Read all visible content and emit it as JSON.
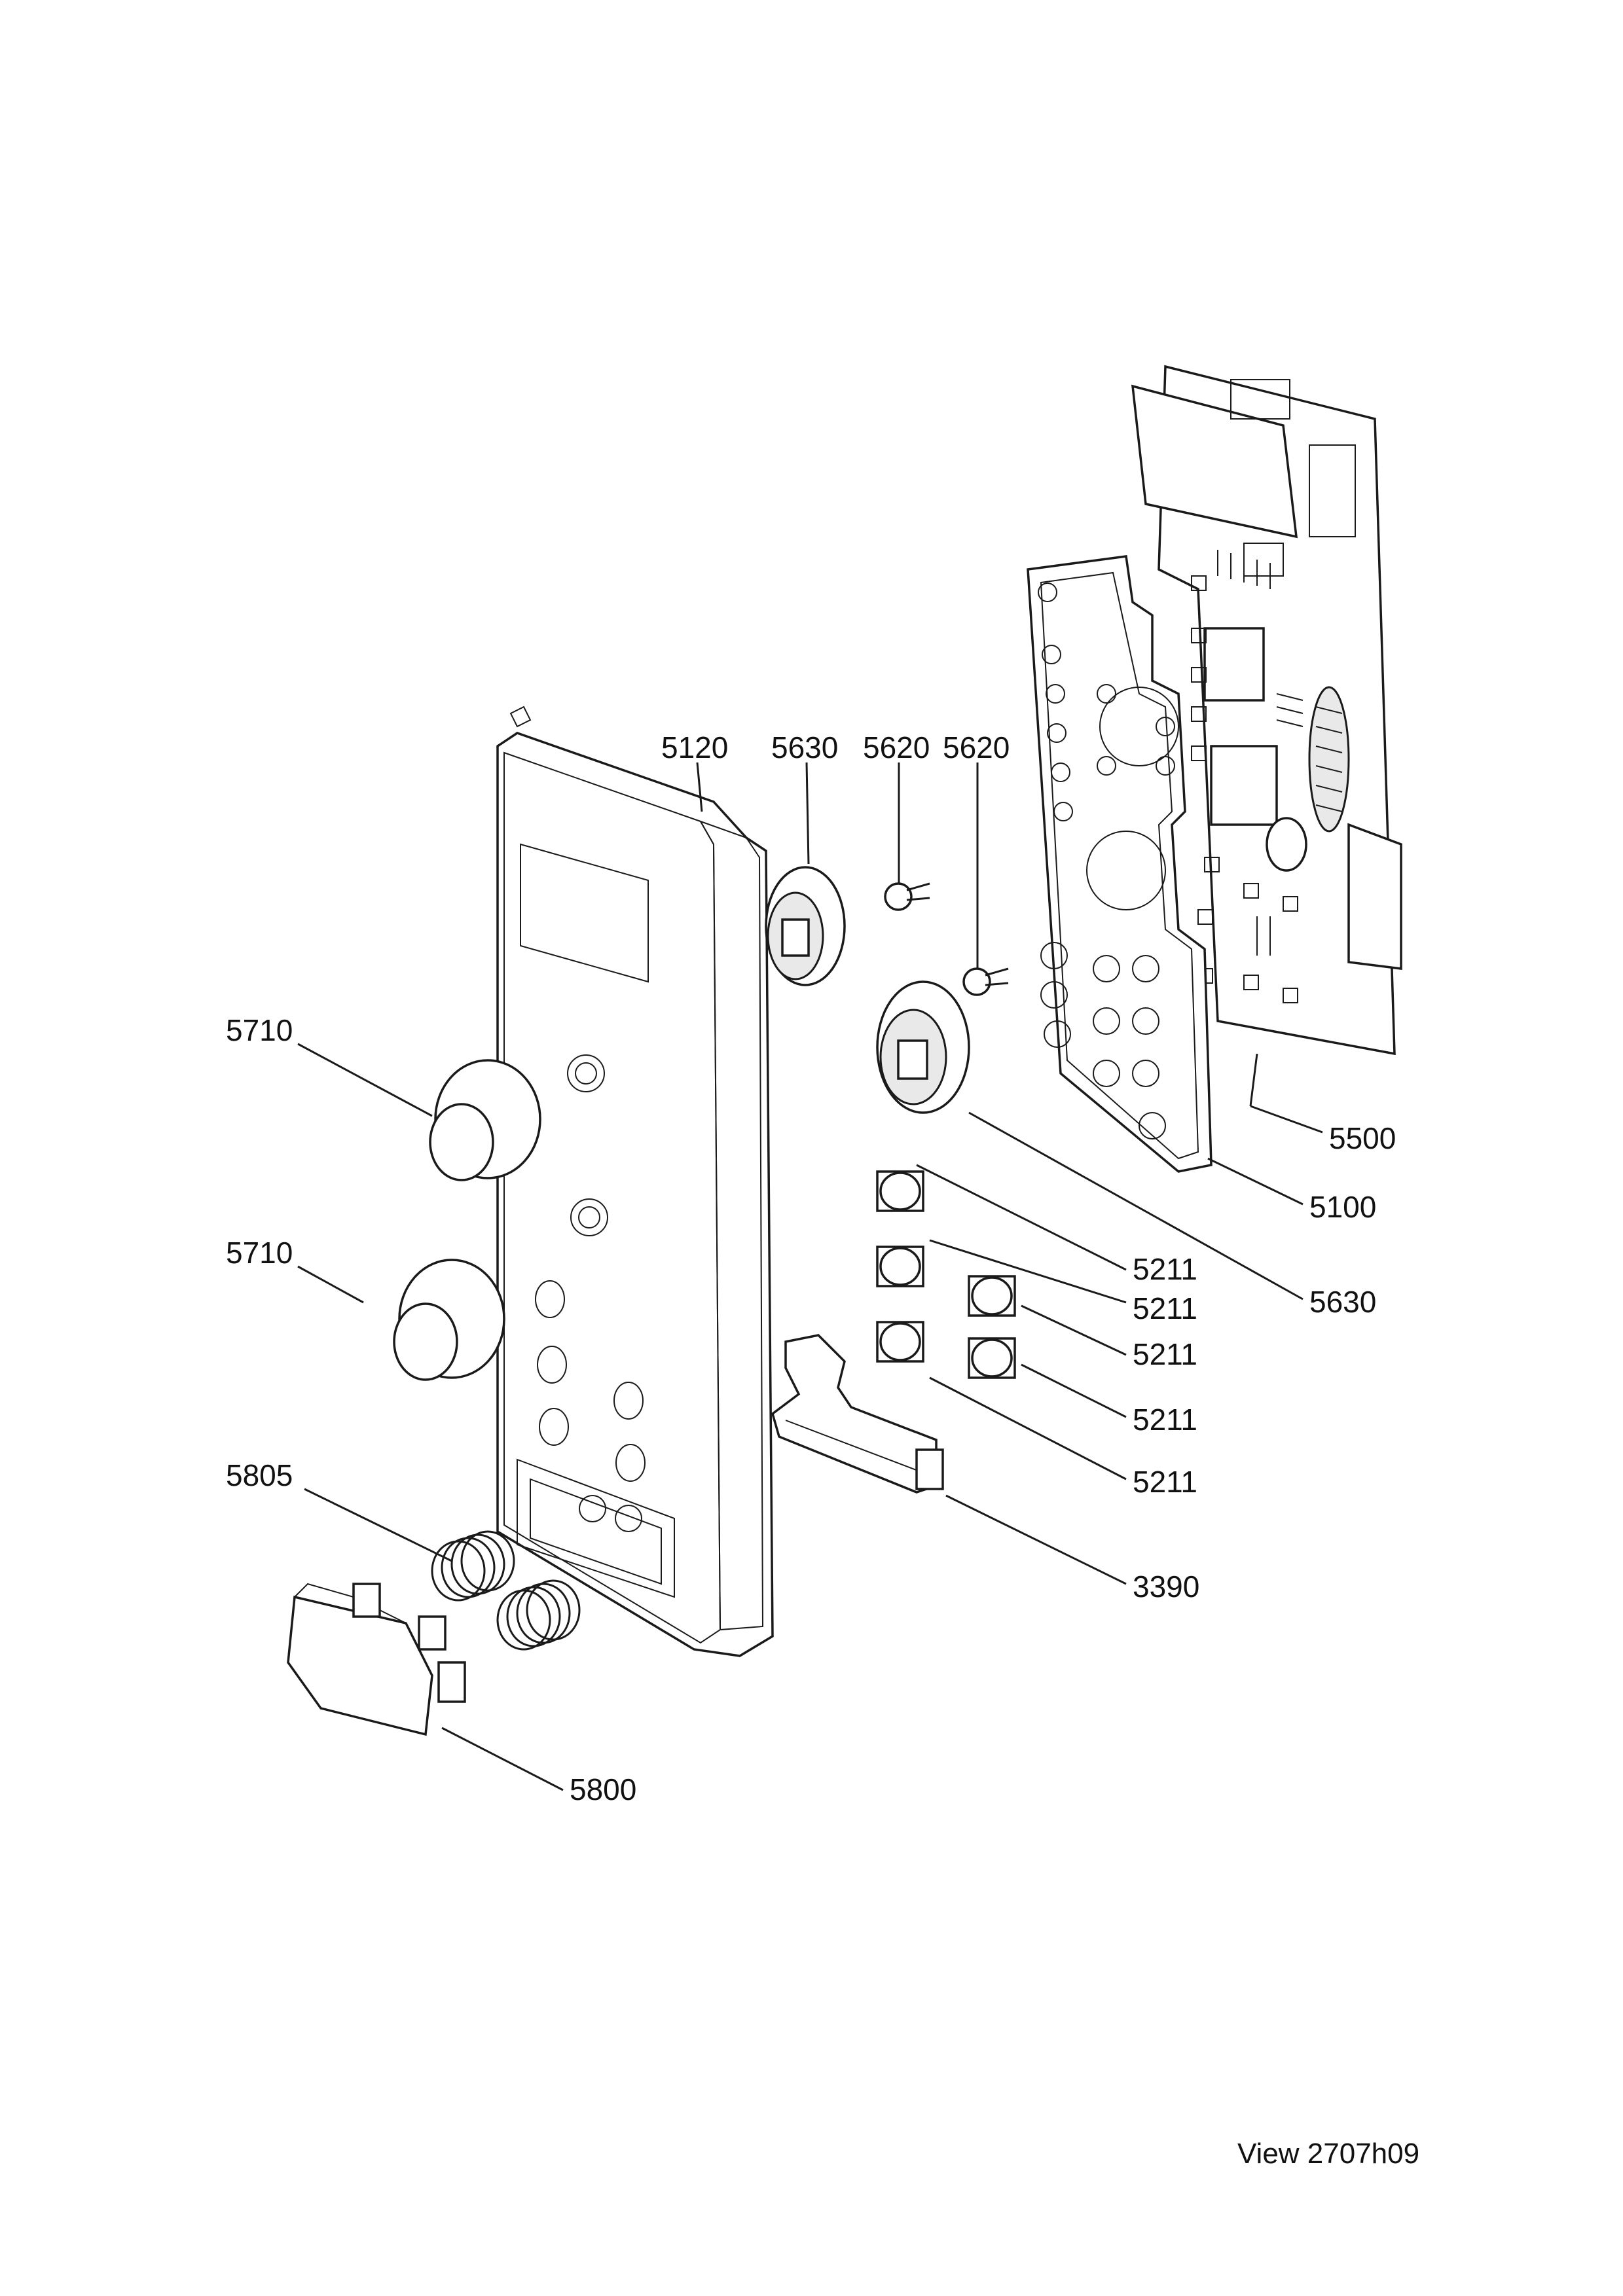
{
  "labels": {
    "l5120": "5120",
    "l5630a": "5630",
    "l5620a": "5620",
    "l5620b": "5620",
    "l5710a": "5710",
    "l5710b": "5710",
    "l5805": "5805",
    "l5800": "5800",
    "l5500": "5500",
    "l5100": "5100",
    "l5630b": "5630",
    "l5211a": "5211",
    "l5211b": "5211",
    "l5211c": "5211",
    "l5211d": "5211",
    "l5211e": "5211",
    "l3390": "3390"
  },
  "view_label": "View 2707h09"
}
